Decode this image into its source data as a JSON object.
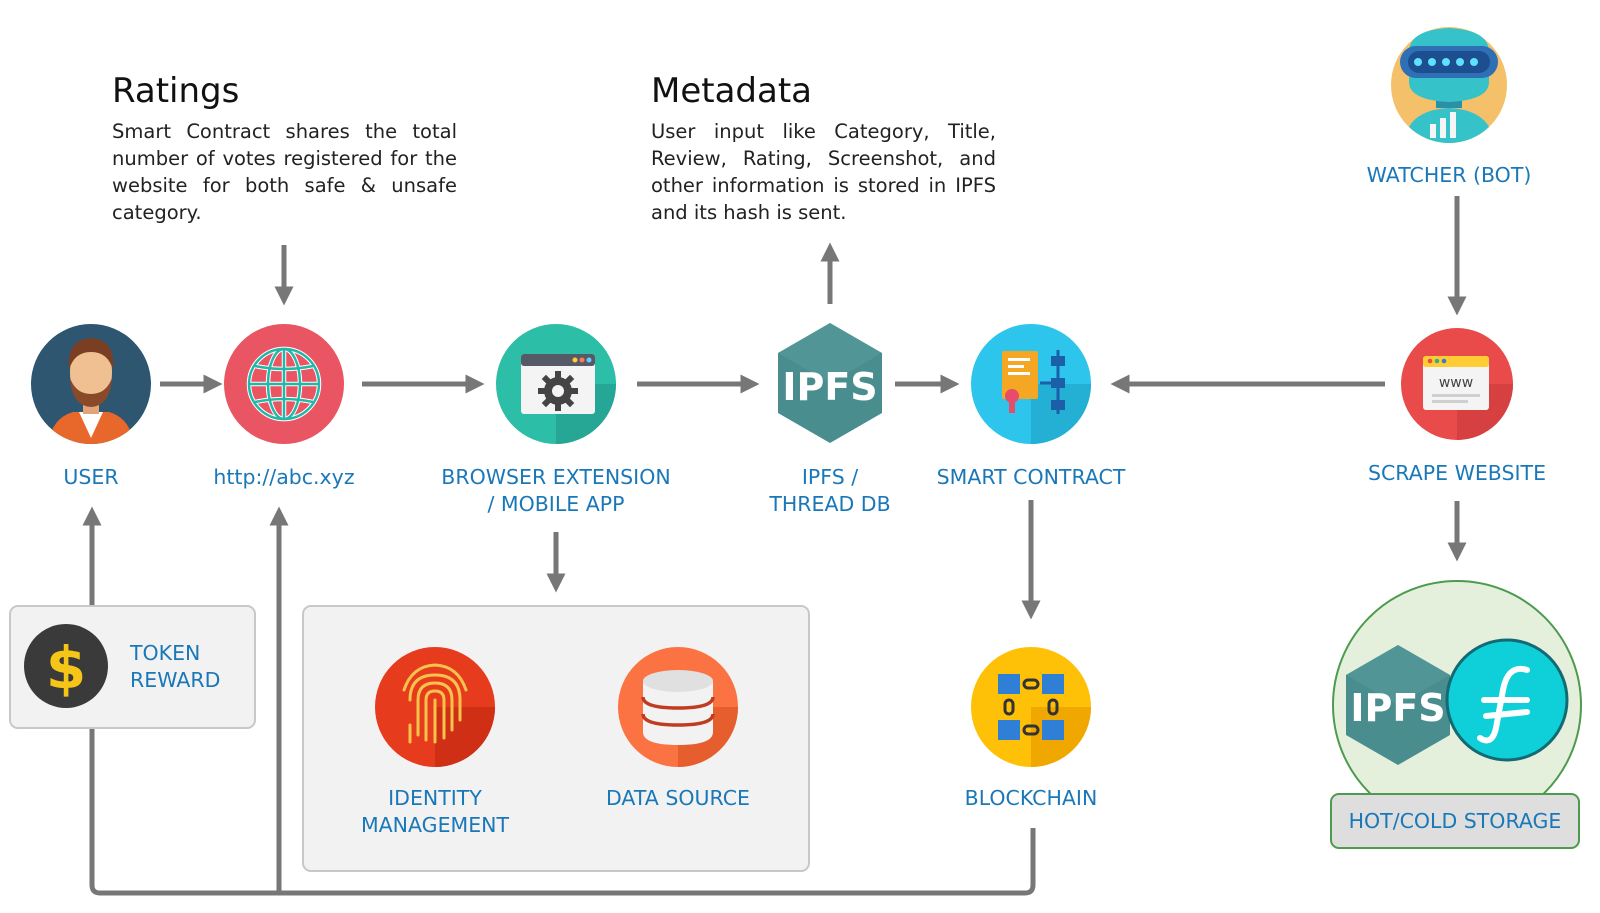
{
  "ratings": {
    "heading": "Ratings",
    "text": "Smart Contract shares the total number of votes registered for the website for both safe & unsafe category."
  },
  "metadata": {
    "heading": "Metadata",
    "text": "User input like Category, Title, Review, Rating, Screenshot, and other information is stored in IPFS and its hash is sent."
  },
  "nodes": {
    "user": "USER",
    "website": "http://abc.xyz",
    "browser_ext_1": "BROWSER EXTENSION",
    "browser_ext_2": "/ MOBILE APP",
    "ipfs_1": "IPFS /",
    "ipfs_2": "THREAD DB",
    "smart_contract": "SMART CONTRACT",
    "scrape": "SCRAPE WEBSITE",
    "watcher": "WATCHER (BOT)",
    "token_1": "TOKEN",
    "token_2": "REWARD",
    "identity_1": "IDENTITY",
    "identity_2": "MANAGEMENT",
    "data_source": "DATA SOURCE",
    "blockchain": "BLOCKCHAIN",
    "storage": "HOT/COLD STORAGE"
  },
  "icons": {
    "ipfs_logo_text": "IPFS",
    "storage_ipfs_text": "IPFS",
    "www_text": "www",
    "dollar": "$"
  },
  "colors": {
    "label_blue": "#1a78b8",
    "arrow_gray": "#777777",
    "ipfs_teal": "#4a8d8f",
    "storage_green": "#e4f0dc"
  }
}
